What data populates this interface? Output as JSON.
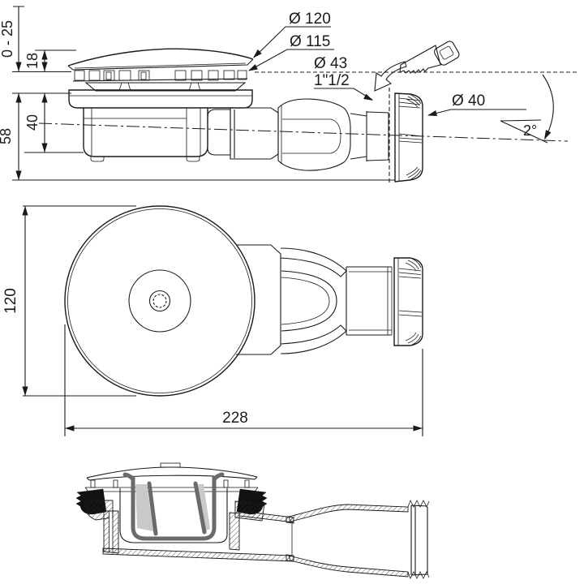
{
  "drawing": {
    "type": "technical-drawing",
    "subject": "shower-drain-trap",
    "background": "#ffffff",
    "line_color": "#1a1a1a",
    "colors": {
      "seal": "#111111",
      "insert_gray": "#6a6a6a",
      "shade_gray": "#c9c9c9"
    },
    "side_view": {
      "dim_height_adjust": "0 - 25",
      "dim_cap_height": "18",
      "dim_body_depth": "40",
      "dim_total_height": "58",
      "label_cover_diameter": "Ø 120",
      "label_ring_diameter": "Ø 115",
      "label_outlet_diameter": "Ø 43",
      "label_thread_size": "1\"1/2",
      "label_nut_diameter": "Ø 40",
      "label_slope_angle": "2°"
    },
    "plan_view": {
      "dim_cover_diameter": "120",
      "dim_overall_length": "228"
    },
    "icons": [
      "saw-icon",
      "cut-direction-arrow-icon"
    ]
  }
}
